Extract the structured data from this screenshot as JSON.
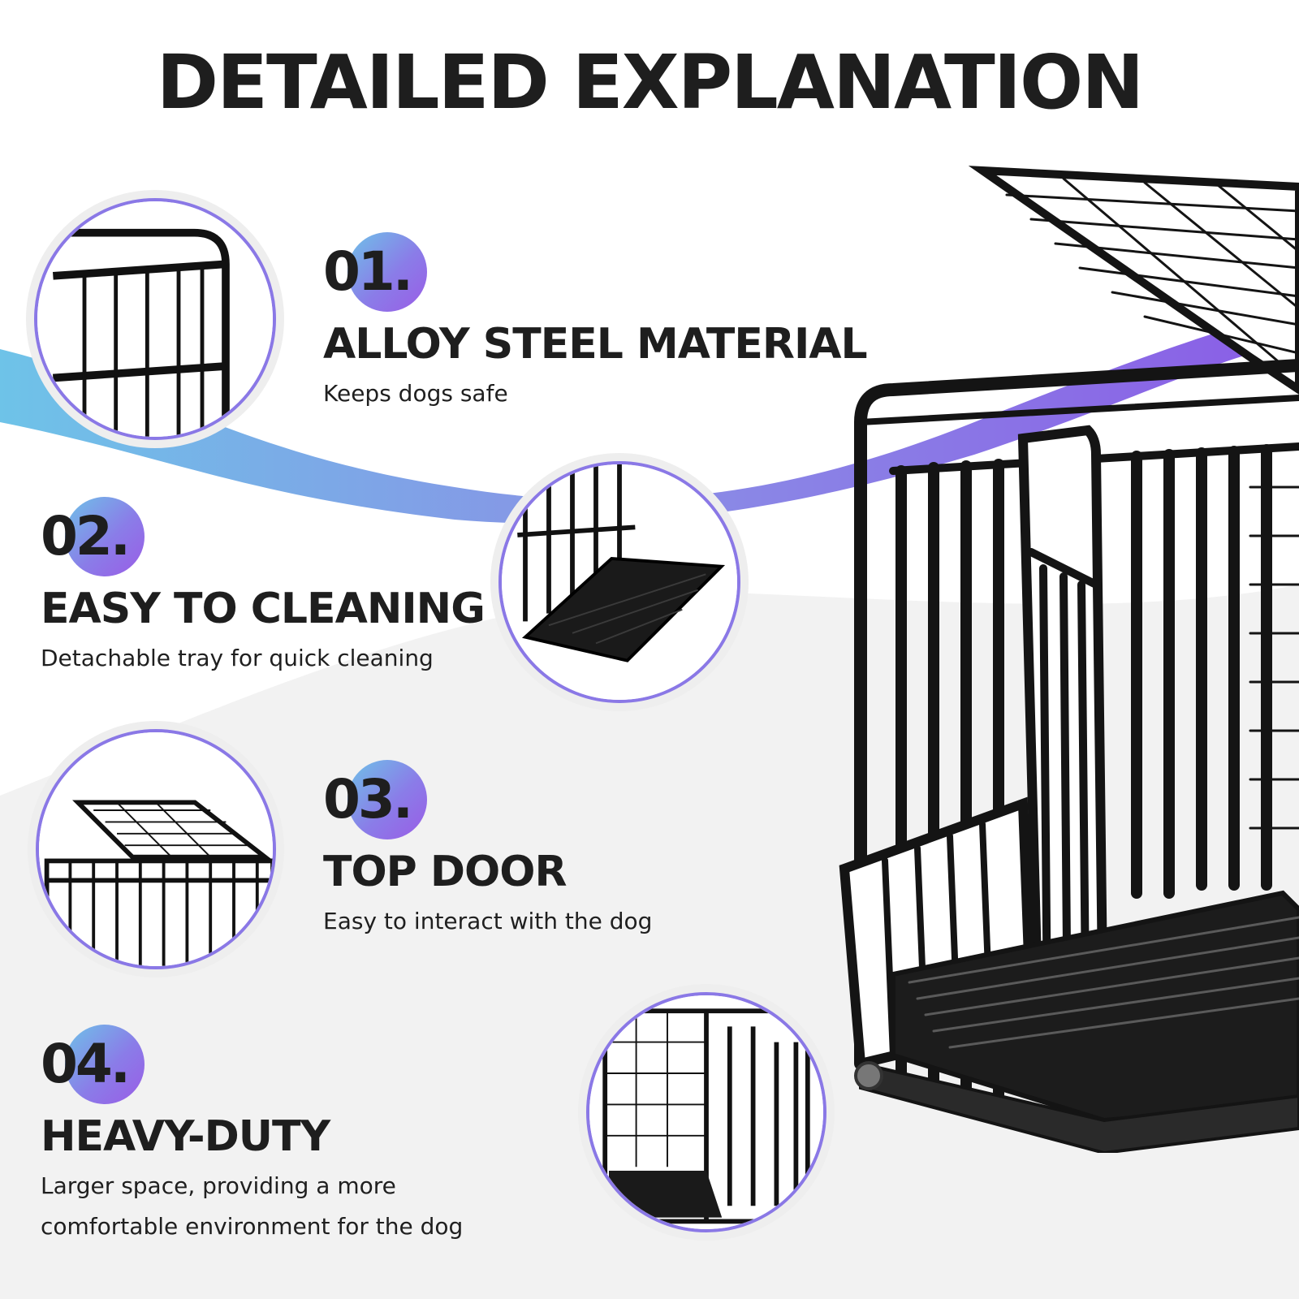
{
  "title": "DETAILED EXPLANATION",
  "colors": {
    "text": "#1e1e1e",
    "gradient_start": "#6ec3e8",
    "gradient_end": "#9a5ce6",
    "wave_background": "#f2f2f2",
    "crate_metal": "#141414"
  },
  "features": [
    {
      "number": "01.",
      "title": "ALLOY STEEL MATERIAL",
      "description": "Keeps dogs safe",
      "image": "cage-corner-closeup"
    },
    {
      "number": "02.",
      "title": "EASY TO CLEANING",
      "description": "Detachable tray for quick cleaning",
      "image": "removable-tray-closeup"
    },
    {
      "number": "03.",
      "title": "TOP DOOR",
      "description": "Easy to interact with the dog",
      "image": "crate-with-open-top-door"
    },
    {
      "number": "04.",
      "title": "HEAVY-DUTY",
      "description_lines": [
        "Larger space, providing a more",
        "comfortable environment for the dog"
      ],
      "image": "crate-side-closeup"
    }
  ],
  "main_image": "black-heavy-duty-dog-crate-with-open-top-and-front-doors"
}
